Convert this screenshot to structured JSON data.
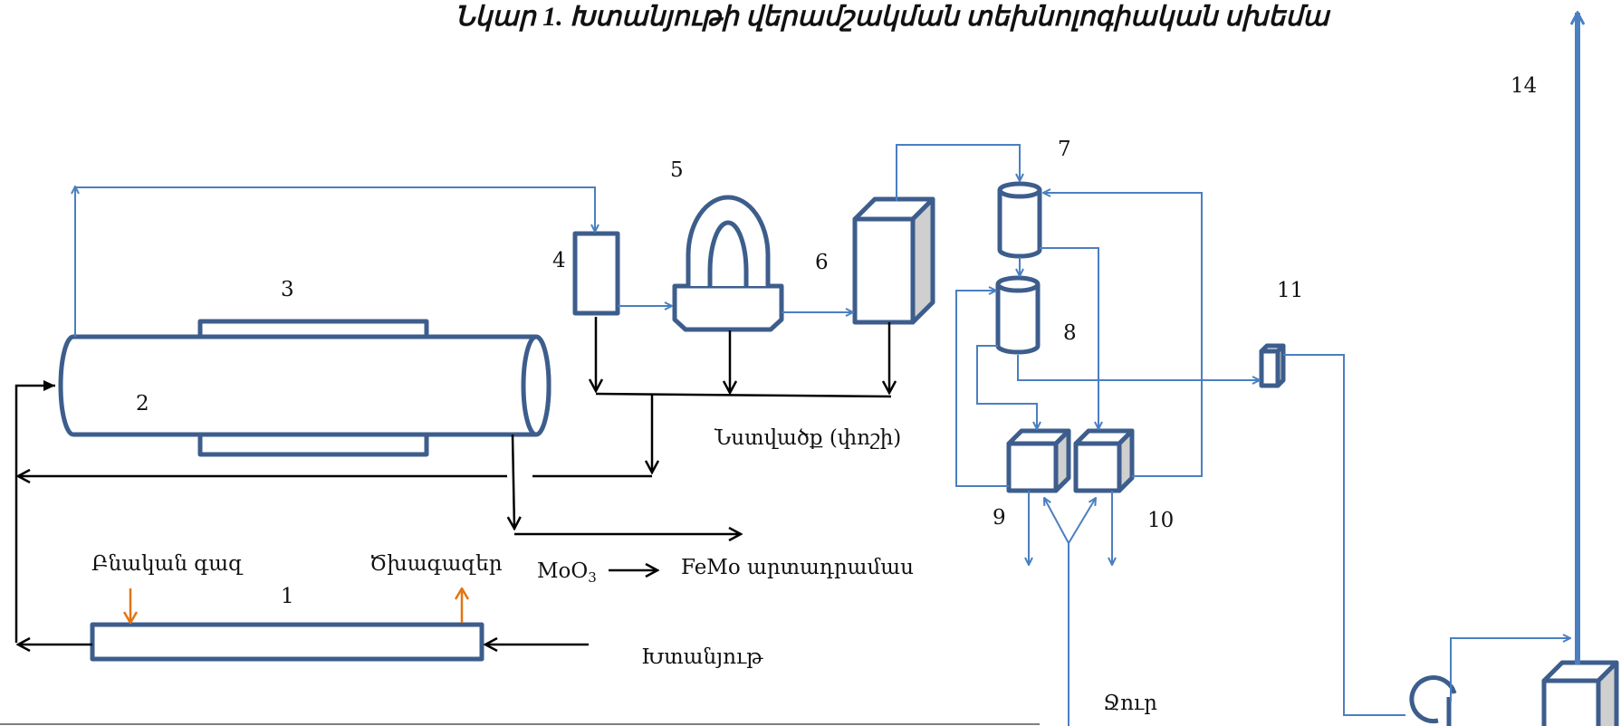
{
  "title": "Նկար 1. Խտանյութի վերամշակման տեխնոլոգիական սխեմա",
  "numbers": {
    "n1": "1",
    "n2": "2",
    "n3": "3",
    "n4": "4",
    "n5": "5",
    "n6": "6",
    "n7": "7",
    "n8": "8",
    "n9": "9",
    "n10": "10",
    "n11": "11",
    "n14": "14"
  },
  "labels": {
    "dust": "Նստվածք (փոշի)",
    "natural_gas": "Բնական գազ",
    "flue_gas": "Ծխագազեր",
    "moo3_main": "MoO",
    "moo3_sub": "3",
    "femo": "FeMo արտադրամաս",
    "concentrate": "Խտանյութ",
    "water": "Ջուր"
  },
  "colors": {
    "equipment_stroke": "#3d5e8c",
    "gas_flow": "#4a7fc2",
    "solid_flow": "#000000",
    "fuel_flow": "#e27512"
  }
}
